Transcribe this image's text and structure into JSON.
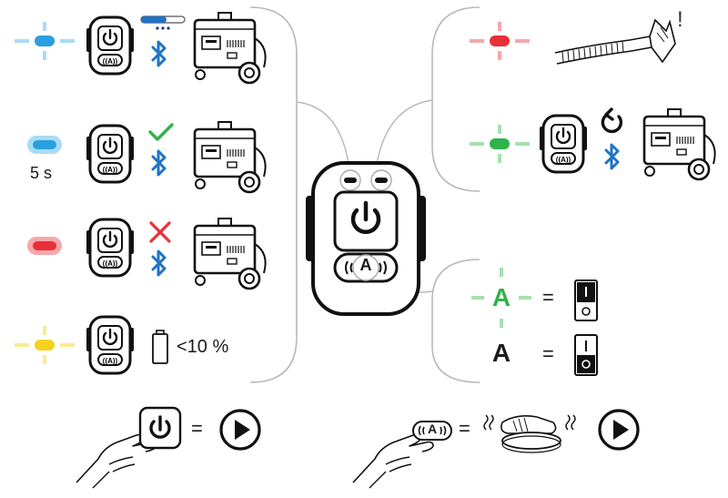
{
  "left_panel": {
    "rows": [
      {
        "led": "blue-blinking"
      },
      {
        "led": "blue-steady",
        "duration": "5 s"
      },
      {
        "led": "red-steady"
      },
      {
        "led": "yellow-blinking",
        "battery_text": "<10 %"
      }
    ]
  },
  "right_panel": {
    "hose_row": {
      "led": "red-blinking",
      "alert": "!"
    },
    "pair_row": {
      "led": "green-blinking"
    },
    "auto_rows": [
      {
        "symbol": "A",
        "equals": "="
      },
      {
        "symbol": "A",
        "equals": "="
      }
    ]
  },
  "center_remote": {
    "auto_button": "A"
  },
  "bottom": {
    "left": {
      "equals": "="
    },
    "right": {
      "button": "A",
      "equals": "="
    }
  },
  "colors": {
    "blue": "#2b9fe0",
    "blue_light": "#a8dcf5",
    "red": "#e8303a",
    "red_light": "#f5a8ab",
    "green": "#2fb34a",
    "green_light": "#a5e0b0",
    "yellow": "#f7d21e",
    "yellow_light": "#fbeb94",
    "bt_blue": "#1f74c6",
    "panel_line": "#b8b8b8"
  }
}
